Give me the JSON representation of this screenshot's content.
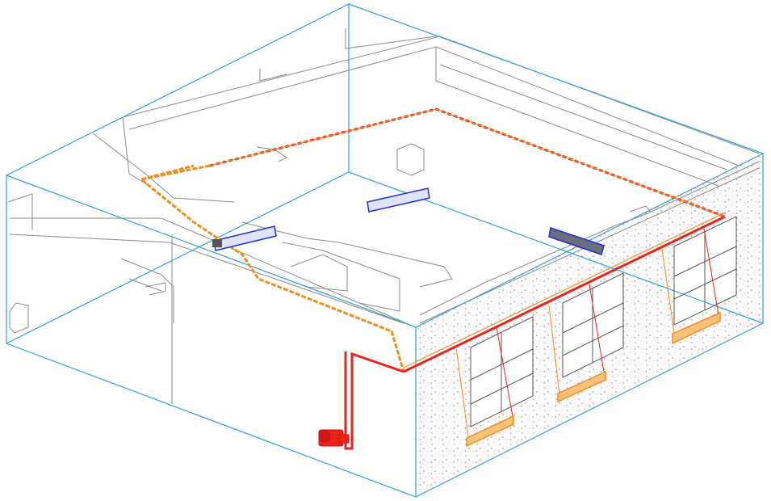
{
  "view": {
    "type": "3D isometric section view",
    "colors": {
      "section_box": "#2aa3cf",
      "model_lines": "#8a8a8a",
      "supply_pipe": "#e8231a",
      "return_pipe": "#f28c1c",
      "fan_coil": "#1d2fe0",
      "fan_coil_dark": "#6b6f7a",
      "radiator": "#f39a2b",
      "concrete": "#c9c9c9"
    },
    "elements": {
      "radiators": 3,
      "windows": 3,
      "ceiling_units": 3,
      "pump": 1
    }
  }
}
